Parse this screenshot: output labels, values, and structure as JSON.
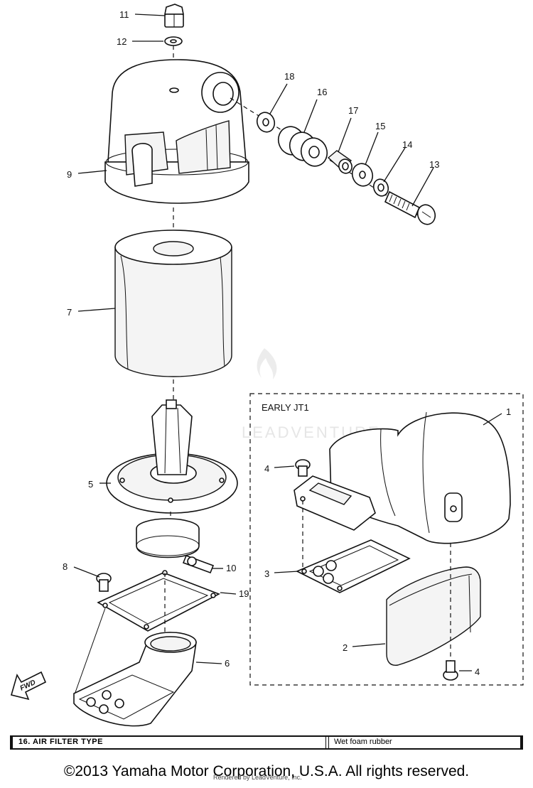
{
  "diagram": {
    "callouts": {
      "c1": "1",
      "c2": "2",
      "c3": "3",
      "c4a": "4",
      "c4b": "4",
      "c5": "5",
      "c6": "6",
      "c7": "7",
      "c8": "8",
      "c9": "9",
      "c10": "10",
      "c11": "11",
      "c12": "12",
      "c13": "13",
      "c14": "14",
      "c15": "15",
      "c16": "16",
      "c17": "17",
      "c18": "18",
      "c19": "19"
    },
    "inset_title": "EARLY JT1",
    "fwd_label": "FWD"
  },
  "watermark": {
    "text": "LEADVENTURE",
    "color": "#e6e6e6"
  },
  "info_bar": {
    "label": "16.  AIR FILTER TYPE",
    "value": "Wet foam rubber"
  },
  "footer": {
    "copyright": "©2013 Yamaha Motor Corporation, U.S.A. All rights reserved.",
    "rendered_by": "Rendered by LeadVenture, Inc."
  }
}
